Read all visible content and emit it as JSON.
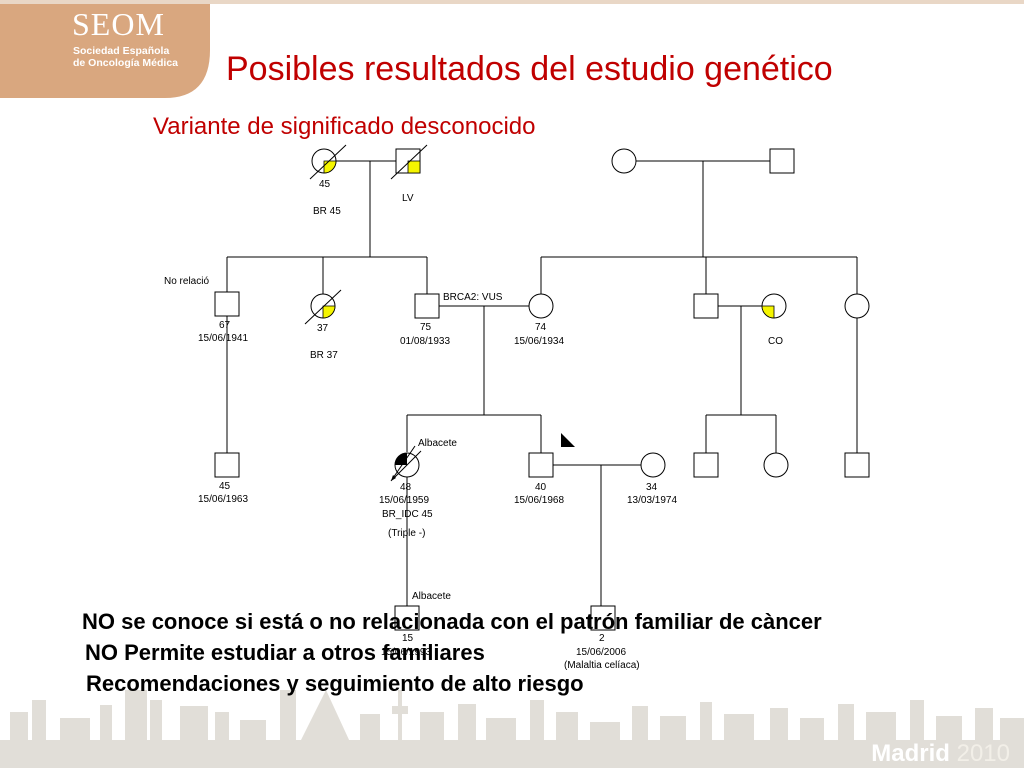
{
  "header": {
    "logo_name": "SEOM",
    "logo_line1": "Sociedad Española",
    "logo_line2": "de Oncología Médica",
    "title": "Posibles resultados del estudio genético",
    "subtitle": "Variante de significado desconocido"
  },
  "pedigree": {
    "labels": {
      "gp1_age": "45",
      "gp1_note": "BR 45",
      "gp2_note": "LV",
      "norelacio": "No relació",
      "s1_age": "67",
      "s1_dob": "15/06/1941",
      "s2_age": "37",
      "s2_note": "BR 37",
      "father_gene": "BRCA2: VUS",
      "father_age": "75",
      "father_dob": "01/08/1933",
      "mother_age": "74",
      "mother_dob": "15/06/1934",
      "aunt_note": "CO",
      "c1_age": "45",
      "c1_dob": "15/06/1963",
      "proband_place": "Albacete",
      "proband_age": "48",
      "proband_dob": "15/06/1959",
      "proband_dx": "BR_IDC 45",
      "proband_note": "(Triple -)",
      "brother_age": "40",
      "brother_dob": "15/06/1968",
      "spouse_age": "34",
      "spouse_dob": "13/03/1974",
      "child1_place": "Albacete",
      "child1_age": "15",
      "child1_dob": "15/06/1993",
      "child2_age": "2",
      "child2_dob": "15/06/2006",
      "child2_note": "(Malaltia celíaca)"
    },
    "colors": {
      "affected_yellow": "#f5f500",
      "affected_black": "#000000"
    }
  },
  "bullets": [
    "NO se conoce si está o no relacionada con el patrón familiar de càncer",
    "NO Permite estudiar a otros familiares",
    "Recomendaciones y seguimiento de alto riesgo"
  ],
  "footer": {
    "city": "Madrid",
    "year": "2010"
  },
  "theme": {
    "title_red": "#c00000",
    "logo_tan": "#d9a77f",
    "skyline_gray": "#e1ded8"
  }
}
